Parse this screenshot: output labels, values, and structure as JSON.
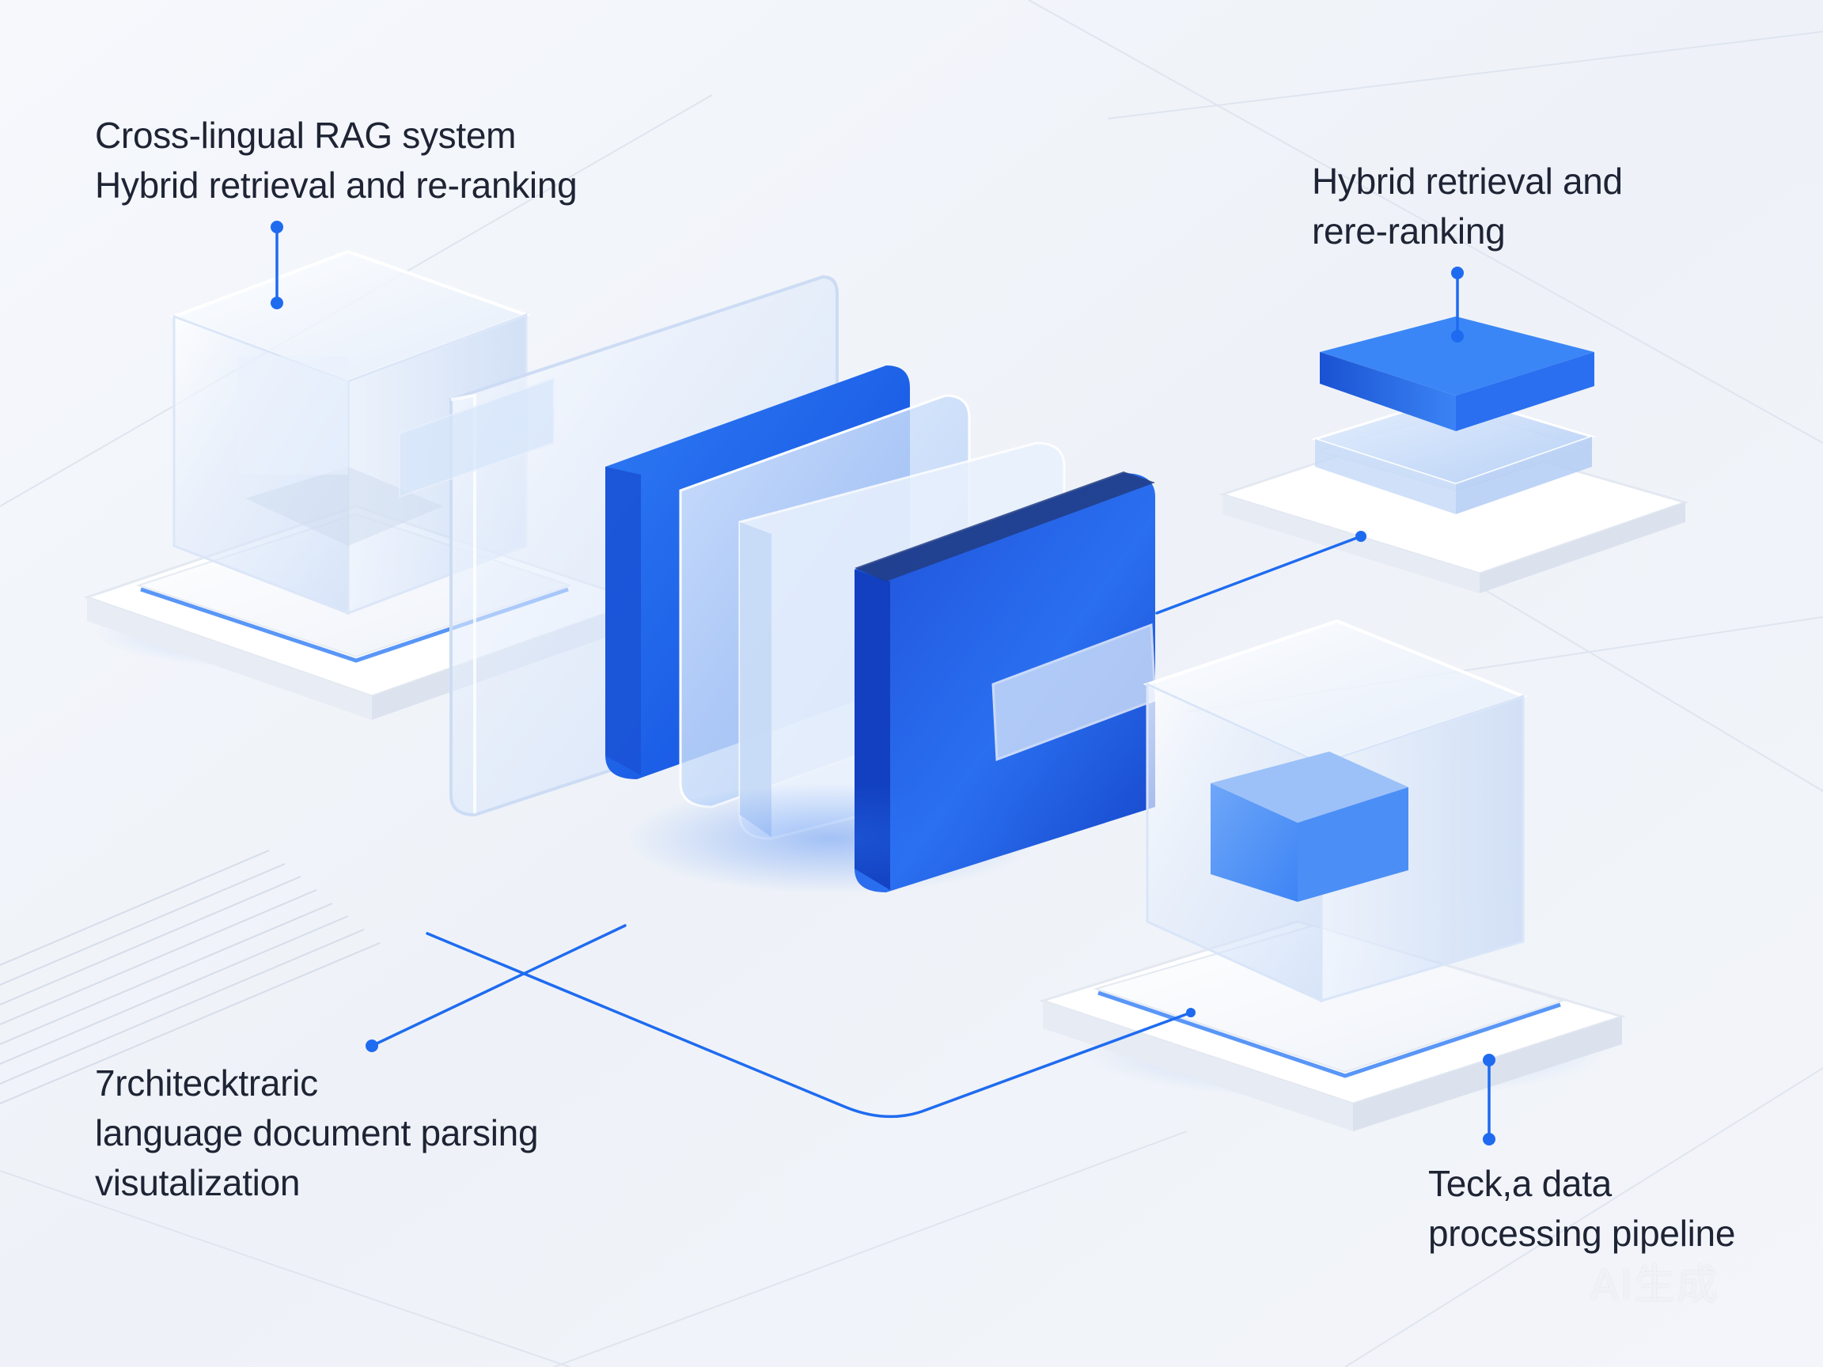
{
  "labels": {
    "top_left": {
      "line1": "Cross-lingual RAG system",
      "line2": "Hybrid retrieval and re-ranking"
    },
    "top_right": {
      "line1": "Hybrid retrieval and",
      "line2": "rere-ranking"
    },
    "bottom_left": {
      "line1": "7rchiteckt​raric",
      "line2": "language document parsing",
      "line3": "visutalization"
    },
    "bottom_right": {
      "line1": "Teck,a data",
      "line2": "processing pipeline"
    }
  },
  "watermark": "AI生成",
  "colors": {
    "background": "#f1f4f9",
    "accent_blue": "#1f6bf0",
    "deep_blue": "#1447d6",
    "glass_tint": "#cfe0fb",
    "text": "#1e2434"
  }
}
